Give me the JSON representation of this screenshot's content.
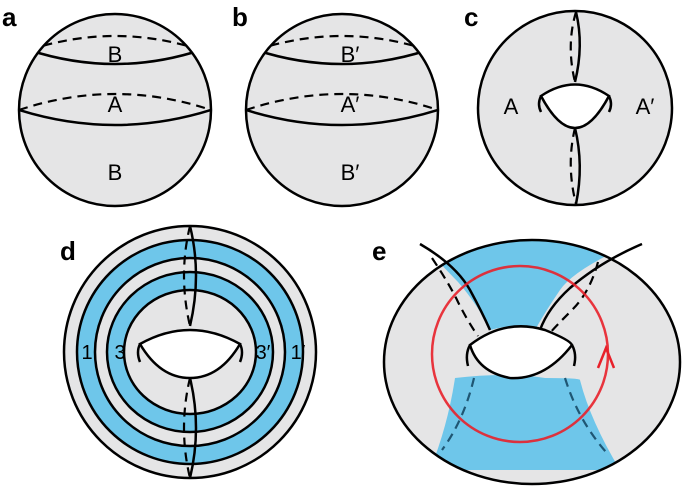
{
  "colors": {
    "surface_gray": "#e5e5e6",
    "band_blue": "#6ec6ea",
    "outline": "#000000",
    "loop_red": "#e8202a"
  },
  "panels": {
    "a": {
      "letter": "a",
      "labels": {
        "top": "B",
        "middle": "A",
        "bottom": "B"
      }
    },
    "b": {
      "letter": "b",
      "labels": {
        "top": "B′",
        "middle": "A′",
        "bottom": "B′"
      }
    },
    "c": {
      "letter": "c",
      "labels": {
        "left": "A",
        "right": "A′"
      }
    },
    "d": {
      "letter": "d",
      "labels": {
        "outer_left": "1",
        "inner_left": "3",
        "inner_right": "3′",
        "outer_right": "1′"
      }
    },
    "e": {
      "letter": "e"
    }
  }
}
